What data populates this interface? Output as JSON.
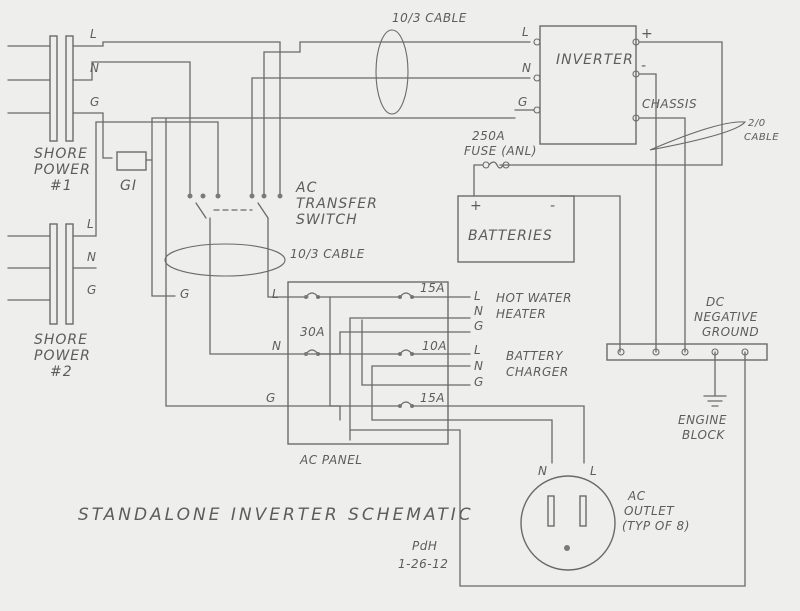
{
  "title": "STANDALONE INVERTER SCHEMATIC",
  "signature": "PdH",
  "date": "1-26-12",
  "shore1": {
    "line1": "SHORE",
    "line2": "POWER",
    "line3": "#1",
    "terms": [
      "L",
      "N",
      "G"
    ]
  },
  "shore2": {
    "line1": "SHORE",
    "line2": "POWER",
    "line3": "#2",
    "terms": [
      "L",
      "N",
      "G"
    ]
  },
  "gi": "GI",
  "transfer": {
    "line1": "AC",
    "line2": "TRANSFER",
    "line3": "SWITCH"
  },
  "cable_top": "10/3 CABLE",
  "cable_mid": "10/3 CABLE",
  "cable_dc": {
    "line1": "2/0",
    "line2": "CABLE"
  },
  "inverter": {
    "name": "INVERTER",
    "plus": "+",
    "minus": "-",
    "chassis": "CHASSIS",
    "terms": [
      "L",
      "N",
      "G"
    ]
  },
  "fuse": {
    "line1": "250A",
    "line2": "FUSE (ANL)"
  },
  "batteries": {
    "name": "BATTERIES",
    "plus": "+",
    "minus": "-"
  },
  "panel": {
    "name": "AC PANEL",
    "main": "30A",
    "b1": "15A",
    "b2": "10A",
    "b3": "15A"
  },
  "panel_in": [
    "L",
    "N",
    "G",
    "G"
  ],
  "heater": {
    "line1": "HOT WATER",
    "line2": "HEATER",
    "terms": [
      "L",
      "N",
      "G"
    ]
  },
  "charger": {
    "line1": "BATTERY",
    "line2": "CHARGER",
    "terms": [
      "L",
      "N",
      "G"
    ]
  },
  "dc_ground": {
    "line1": "DC",
    "line2": "NEGATIVE",
    "line3": "GROUND"
  },
  "engine": {
    "line1": "ENGINE",
    "line2": "BLOCK"
  },
  "outlet": {
    "line1": "AC",
    "line2": "OUTLET",
    "line3": "(TYP OF 8)",
    "n": "N",
    "l": "L"
  }
}
